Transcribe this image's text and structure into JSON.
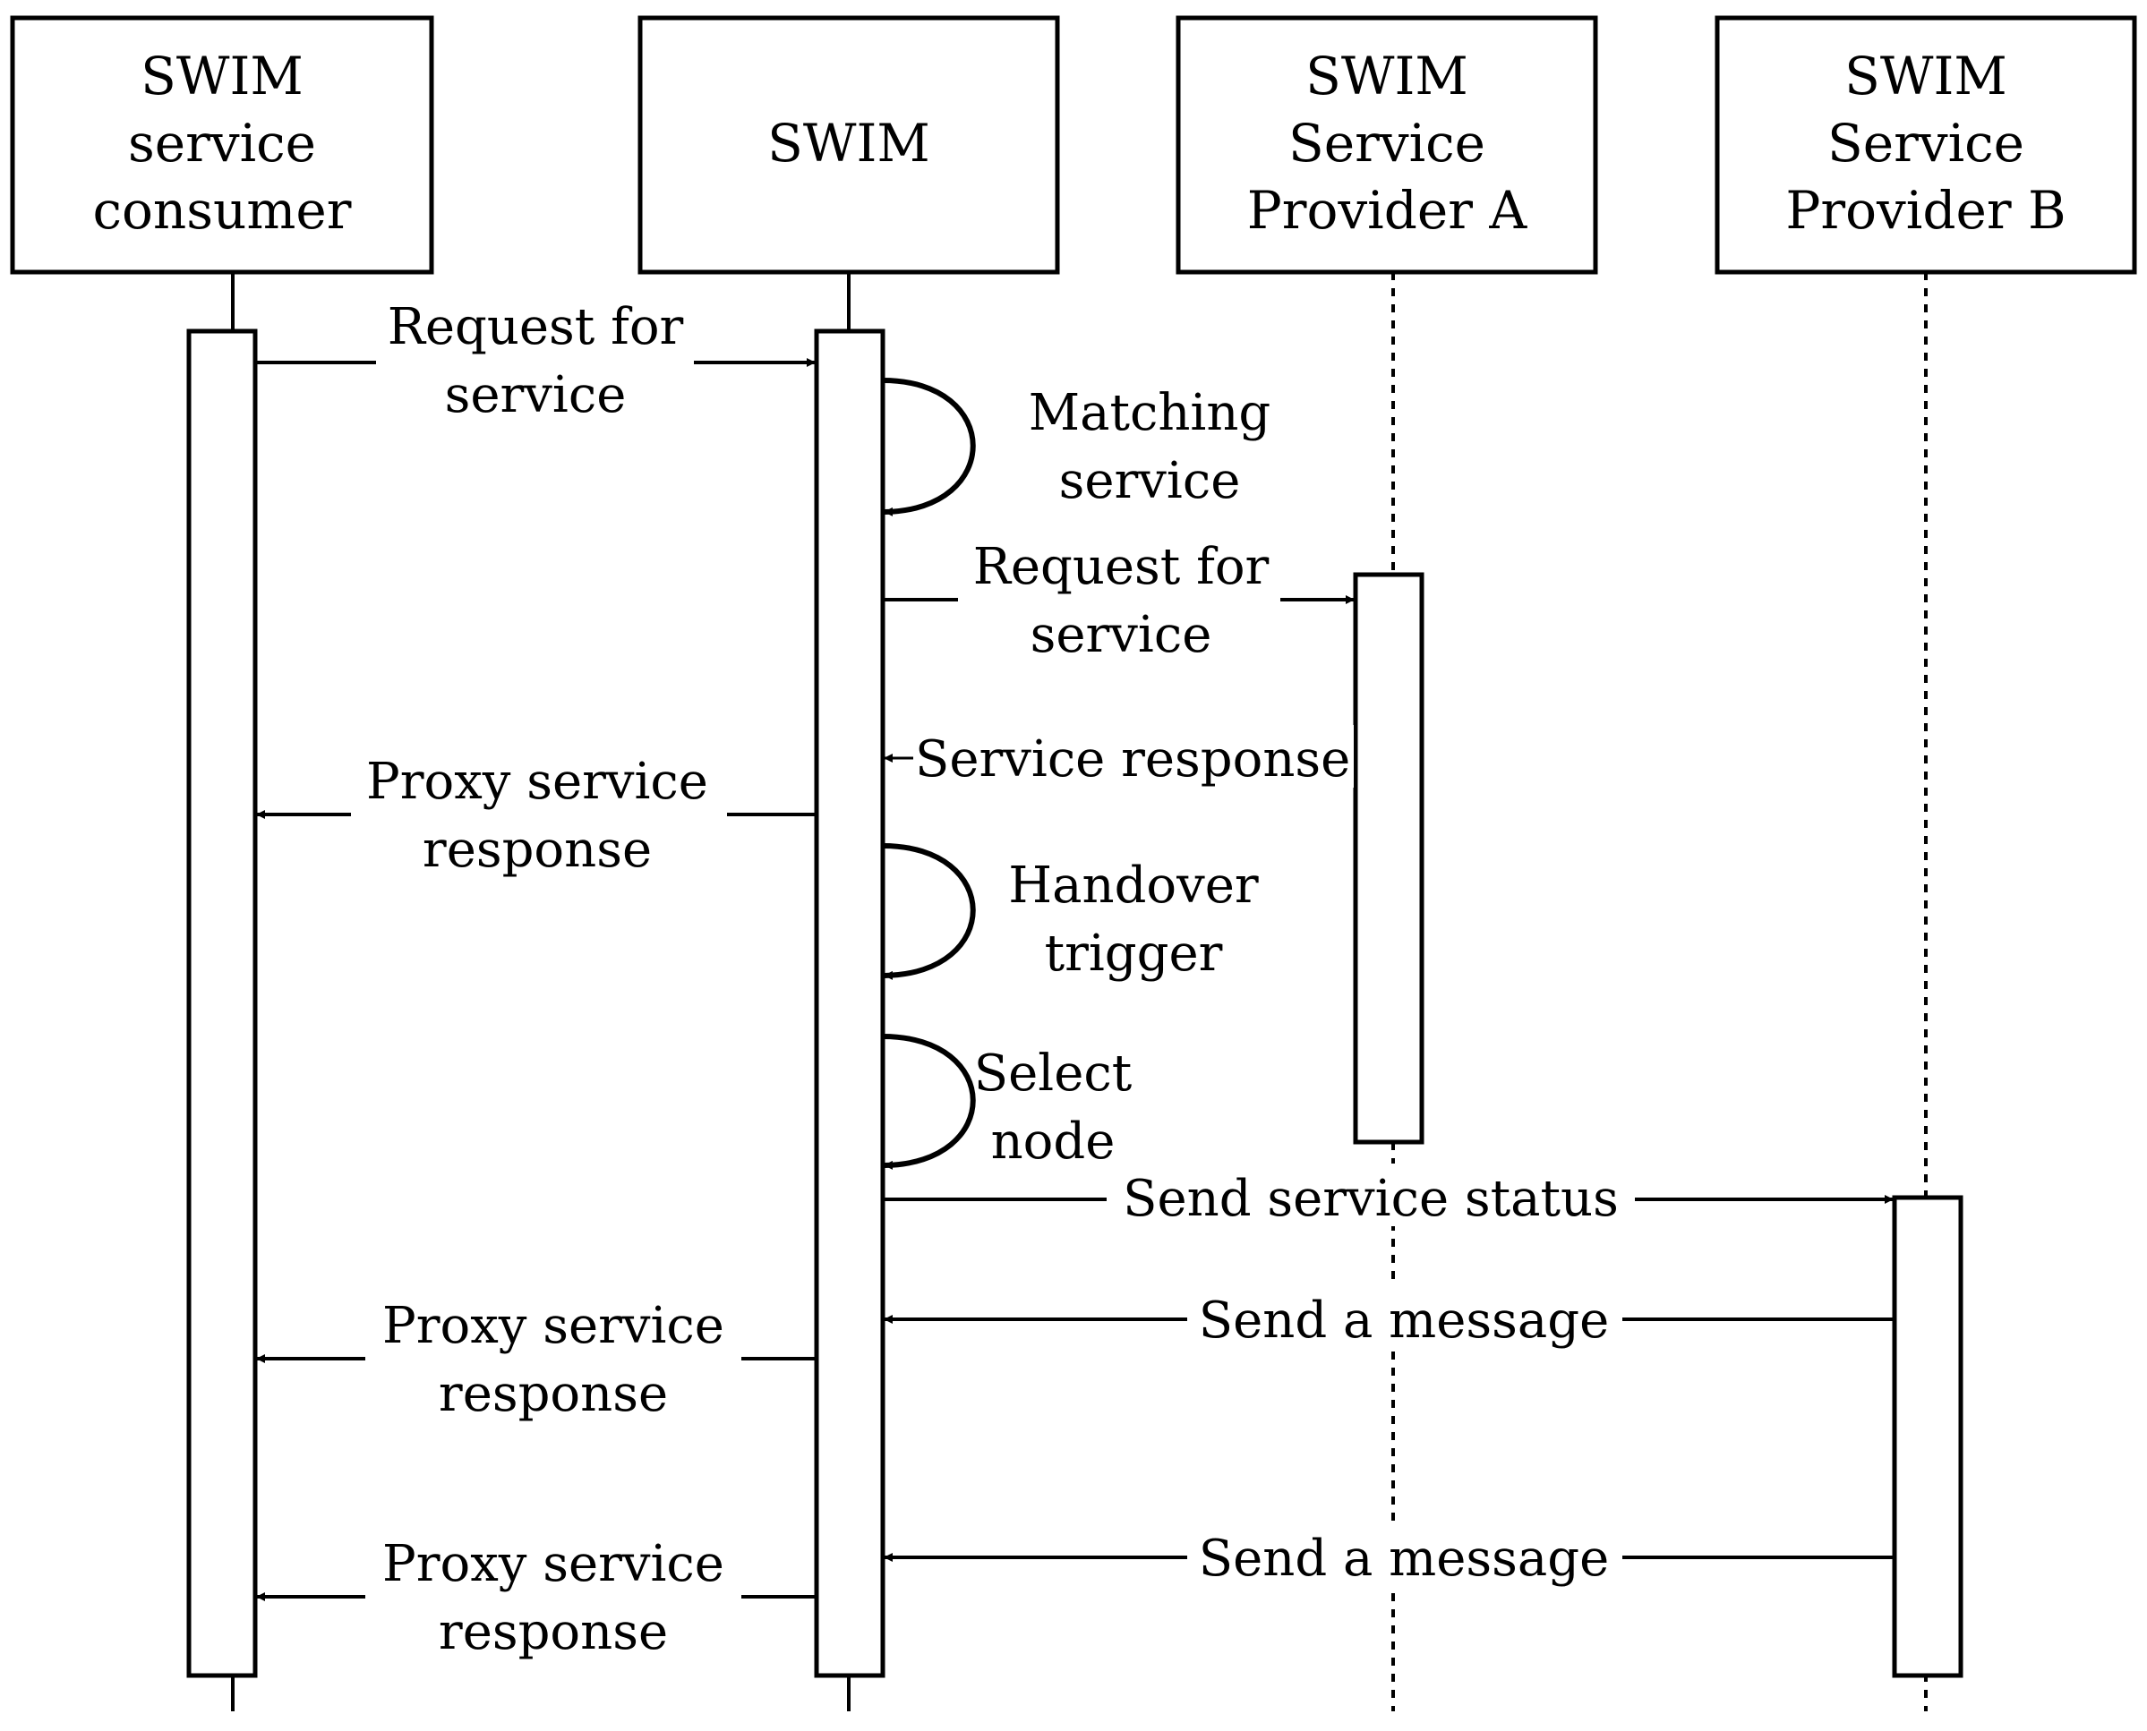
{
  "participants": [
    {
      "id": "consumer",
      "lines": [
        "SWIM",
        "service",
        "consumer"
      ]
    },
    {
      "id": "swim",
      "lines": [
        "SWIM"
      ]
    },
    {
      "id": "provider_a",
      "lines": [
        "SWIM",
        "Service",
        "Provider A"
      ]
    },
    {
      "id": "provider_b",
      "lines": [
        "SWIM",
        "Service",
        "Provider B"
      ]
    }
  ],
  "messages": [
    {
      "id": "request_for_service_1",
      "from": "consumer",
      "to": "swim",
      "lines": [
        "Request for",
        "service"
      ]
    },
    {
      "id": "matching_service",
      "from": "swim",
      "to": "swim",
      "lines": [
        "Matching",
        "service"
      ]
    },
    {
      "id": "request_for_service_2",
      "from": "swim",
      "to": "provider_a",
      "lines": [
        "Request for",
        "service"
      ]
    },
    {
      "id": "service_response",
      "from": "provider_a",
      "to": "swim",
      "lines": [
        "Service response"
      ]
    },
    {
      "id": "proxy_service_response_1",
      "from": "swim",
      "to": "consumer",
      "lines": [
        "Proxy service",
        "response"
      ]
    },
    {
      "id": "handover_trigger",
      "from": "swim",
      "to": "swim",
      "lines": [
        "Handover",
        "trigger"
      ]
    },
    {
      "id": "select_node",
      "from": "swim",
      "to": "swim",
      "lines": [
        "Select",
        "node"
      ]
    },
    {
      "id": "send_service_status",
      "from": "swim",
      "to": "provider_b",
      "lines": [
        "Send service status"
      ]
    },
    {
      "id": "send_a_message_1",
      "from": "provider_b",
      "to": "swim",
      "lines": [
        "Send a message"
      ]
    },
    {
      "id": "proxy_service_response_2",
      "from": "swim",
      "to": "consumer",
      "lines": [
        "Proxy service",
        "response"
      ]
    },
    {
      "id": "send_a_message_2",
      "from": "provider_b",
      "to": "swim",
      "lines": [
        "Send a message"
      ]
    },
    {
      "id": "proxy_service_response_3",
      "from": "swim",
      "to": "consumer",
      "lines": [
        "Proxy service",
        "response"
      ]
    }
  ]
}
